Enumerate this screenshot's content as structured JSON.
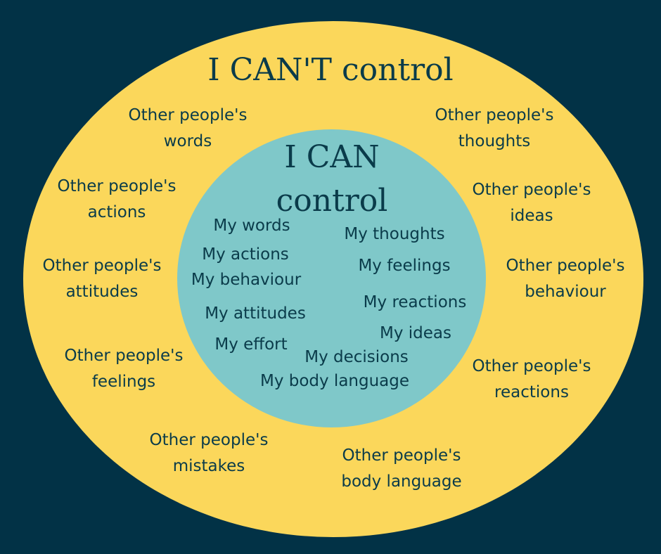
{
  "colors": {
    "background": "#023246",
    "outer_fill": "#fbd75b",
    "inner_fill": "#7fc8c9",
    "text": "#0a3b4a"
  },
  "outer": {
    "title": "I CAN'T control",
    "items": [
      {
        "line1": "Other people's",
        "line2": "words"
      },
      {
        "line1": "Other people's",
        "line2": "thoughts"
      },
      {
        "line1": "Other people's",
        "line2": "actions"
      },
      {
        "line1": "Other people's",
        "line2": "ideas"
      },
      {
        "line1": "Other people's",
        "line2": "attitudes"
      },
      {
        "line1": "Other people's",
        "line2": "behaviour"
      },
      {
        "line1": "Other people's",
        "line2": "feelings"
      },
      {
        "line1": "Other people's",
        "line2": "reactions"
      },
      {
        "line1": "Other people's",
        "line2": "mistakes"
      },
      {
        "line1": "Other people's",
        "line2": "body language"
      }
    ]
  },
  "inner": {
    "title_line1": "I CAN",
    "title_line2": "control",
    "items": [
      "My words",
      "My thoughts",
      "My actions",
      "My feelings",
      "My behaviour",
      "My reactions",
      "My attitudes",
      "My ideas",
      "My effort",
      "My decisions",
      "My body language"
    ]
  }
}
